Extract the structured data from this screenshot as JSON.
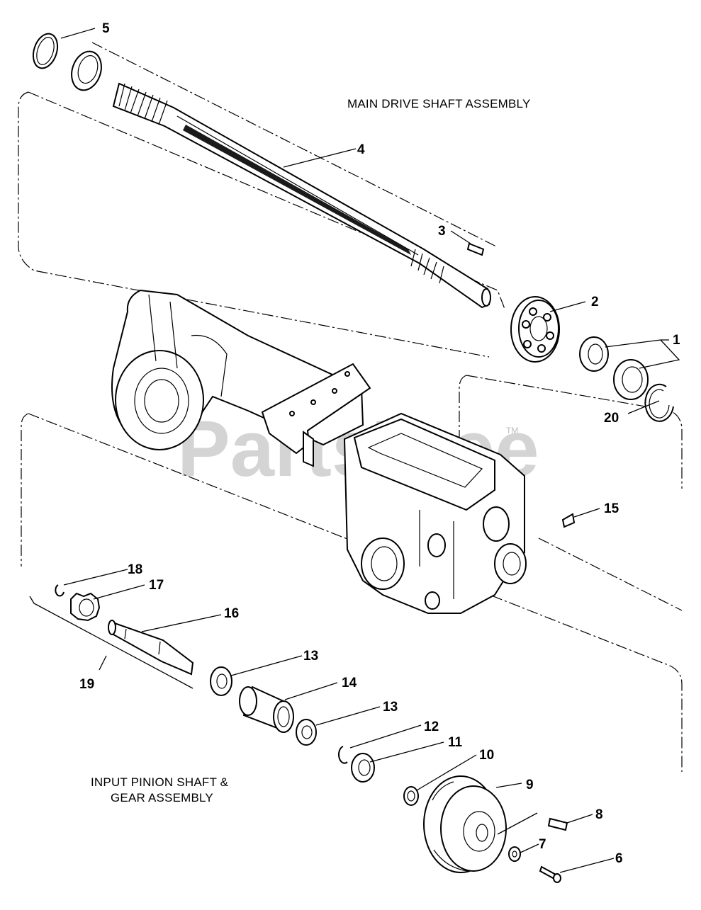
{
  "watermark": {
    "text": "PartsTree",
    "trademark": "TM"
  },
  "assemblies": {
    "main": "MAIN DRIVE SHAFT ASSEMBLY",
    "pinion_line1": "INPUT PINION SHAFT &",
    "pinion_line2": "GEAR ASSEMBLY"
  },
  "callouts": {
    "c1": "1",
    "c2": "2",
    "c3": "3",
    "c4": "4",
    "c5": "5",
    "c6": "6",
    "c7": "7",
    "c8": "8",
    "c9": "9",
    "c10": "10",
    "c11": "11",
    "c12": "12",
    "c13a": "13",
    "c13b": "13",
    "c14": "14",
    "c15": "15",
    "c16": "16",
    "c17": "17",
    "c18": "18",
    "c19": "19",
    "c20": "20"
  }
}
